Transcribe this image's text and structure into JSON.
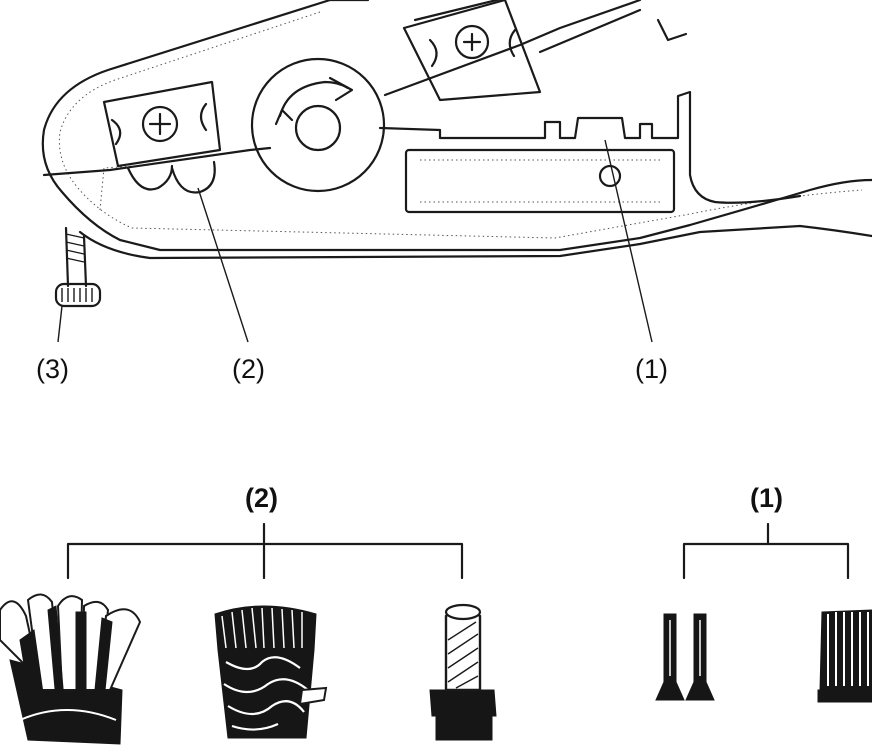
{
  "top_labels": {
    "part_3": "(3)",
    "part_2": "(2)",
    "part_1": "(1)"
  },
  "bottom_labels": {
    "group_2": "(2)",
    "group_1": "(1)"
  },
  "colors": {
    "line": "#1a1a1a",
    "background": "#ffffff"
  }
}
